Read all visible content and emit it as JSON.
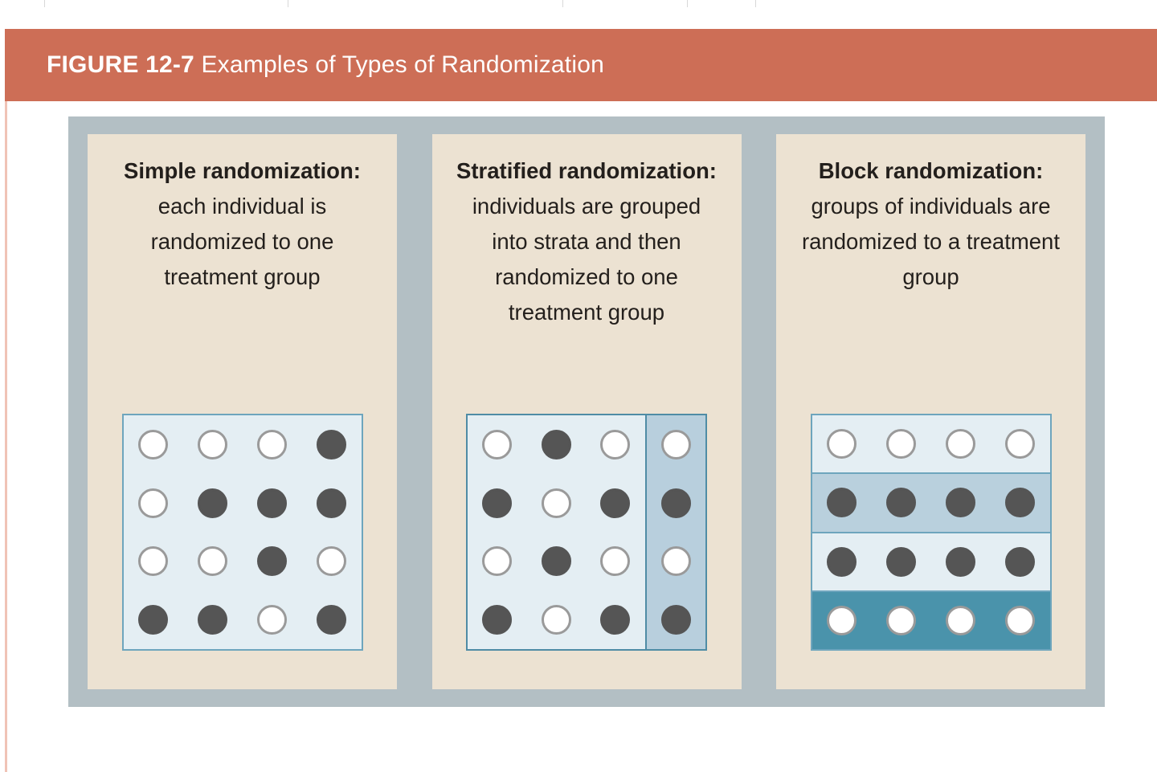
{
  "figure": {
    "number_label": "FIGURE 12-7",
    "title": "Examples of Types of Randomization",
    "header_color": "#cd6e56",
    "frame_color": "#b3bfc4",
    "panel_color": "#ece2d2"
  },
  "colors": {
    "open_dot_fill": "#ffffff",
    "open_dot_stroke": "#9a9a9a",
    "filled_dot": "#555555",
    "pale_blue": "#e4eef3",
    "mid_blue": "#b9d0dd",
    "teal": "#4a93ab",
    "border_blue": "#6ea5bd"
  },
  "panels": [
    {
      "id": "simple",
      "caption_lead": "Simple randomization:",
      "caption_rest": " each individual is randomized to one treatment group",
      "diagram_type": "grid",
      "rows": 4,
      "cols": 4,
      "cells": [
        [
          "open",
          "open",
          "open",
          "filled"
        ],
        [
          "open",
          "filled",
          "filled",
          "filled"
        ],
        [
          "open",
          "open",
          "filled",
          "open"
        ],
        [
          "filled",
          "filled",
          "open",
          "filled"
        ]
      ]
    },
    {
      "id": "stratified",
      "caption_lead": "Stratified randomization:",
      "caption_rest": " individuals are grouped into strata and then randomized to one treatment group",
      "diagram_type": "strata",
      "strata": [
        {
          "name": "stratum-1",
          "background": "#e4eef3",
          "cols": 3,
          "cells": [
            [
              "open",
              "filled",
              "open"
            ],
            [
              "filled",
              "open",
              "filled"
            ],
            [
              "open",
              "filled",
              "open"
            ],
            [
              "filled",
              "open",
              "filled"
            ]
          ]
        },
        {
          "name": "stratum-2",
          "background": "#b8cfdd",
          "cols": 1,
          "cells": [
            [
              "open"
            ],
            [
              "filled"
            ],
            [
              "open"
            ],
            [
              "filled"
            ]
          ]
        }
      ]
    },
    {
      "id": "block",
      "caption_lead": "Block randomization:",
      "caption_rest": " groups of individuals are randomized to a treatment group",
      "diagram_type": "blocks",
      "bands": [
        {
          "name": "block-1",
          "background": "#e4eef3",
          "cells": [
            "open",
            "open",
            "open",
            "open"
          ]
        },
        {
          "name": "block-2",
          "background": "#b9d0dd",
          "cells": [
            "filled",
            "filled",
            "filled",
            "filled"
          ]
        },
        {
          "name": "block-3",
          "background": "#e4eef3",
          "cells": [
            "filled",
            "filled",
            "filled",
            "filled"
          ]
        },
        {
          "name": "block-4",
          "background": "#4a93ab",
          "cells": [
            "open",
            "open",
            "open",
            "open"
          ]
        }
      ]
    }
  ]
}
